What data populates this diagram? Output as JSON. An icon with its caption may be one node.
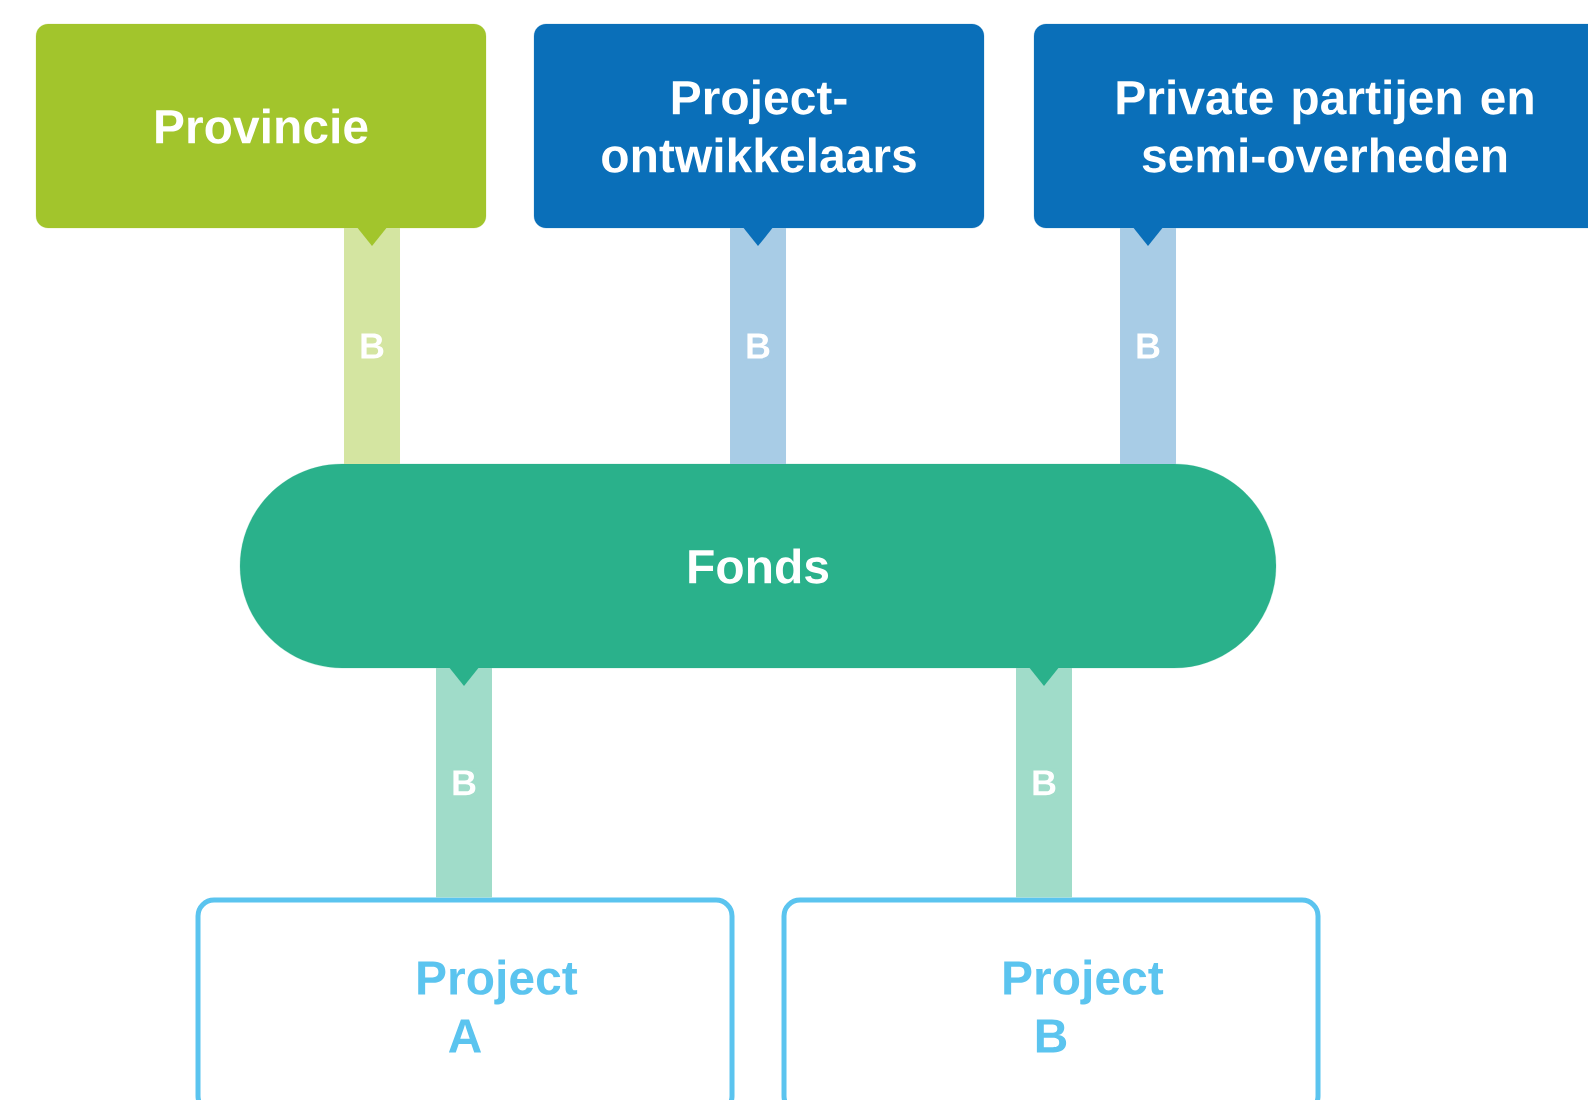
{
  "diagram": {
    "nodes": [
      {
        "text": [
          "Provincie"
        ]
      },
      {
        "text": [
          "Project-ontwikkelaars"
        ]
      },
      {
        "text": [
          "Private partijen en semi-overheden"
        ]
      },
      {
        "text": [
          "Fonds"
        ]
      },
      {
        "text": [
          "Project A"
        ]
      },
      {
        "text": [
          "Project B"
        ]
      }
    ],
    "edges": [
      {
        "from": 0,
        "to": 3,
        "arrow": "to",
        "label": "B",
        "color": "#d4e5a1"
      },
      {
        "from": 1,
        "to": 3,
        "arrow": "to",
        "label": "B",
        "color": "#a8cce6"
      },
      {
        "from": 2,
        "to": 3,
        "arrow": "to",
        "label": "B",
        "color": "#a8cce6"
      },
      {
        "from": 3,
        "to": 4,
        "arrow": "to",
        "label": "B",
        "color": "#a0dcc9"
      },
      {
        "from": 3,
        "to": 5,
        "arrow": "to",
        "label": "B",
        "color": "#a0dcc9"
      }
    ]
  }
}
